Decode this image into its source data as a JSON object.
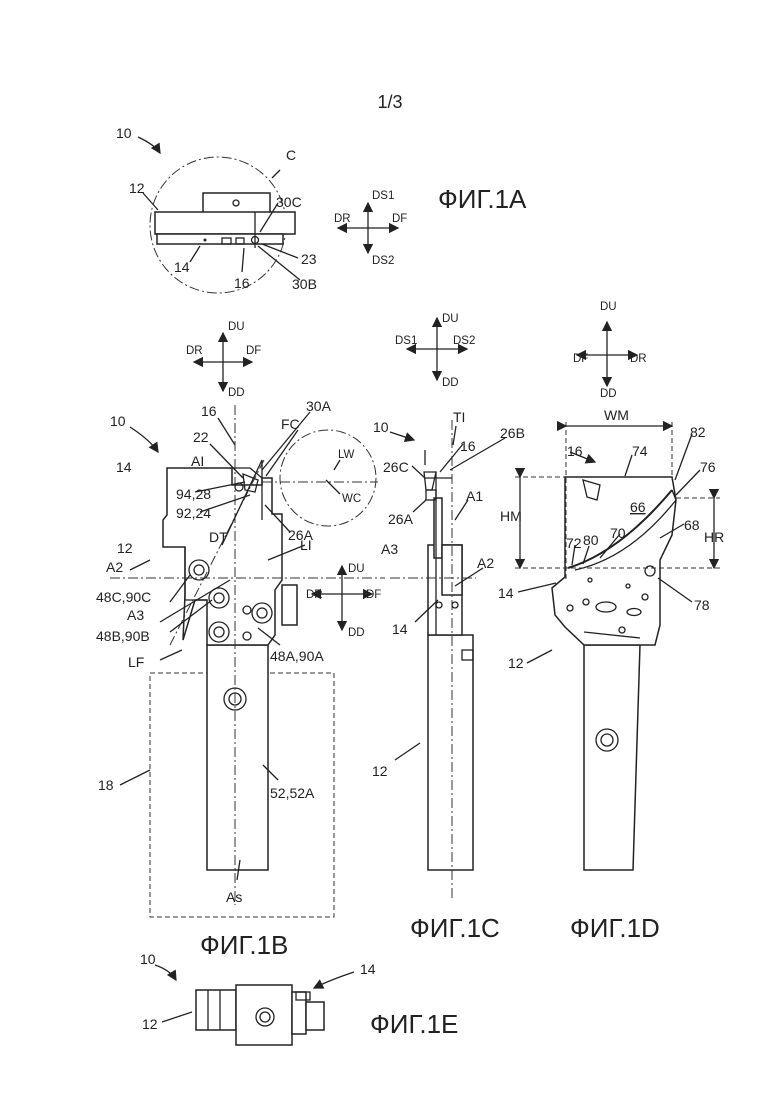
{
  "page_number": "1/3",
  "figures": {
    "a": "ФИГ.1A",
    "b": "ФИГ.1B",
    "c": "ФИГ.1C",
    "d": "ФИГ.1D",
    "e": "ФИГ.1E"
  },
  "fig_a": {
    "labels": [
      "10",
      "12",
      "C",
      "14",
      "16",
      "30C",
      "23",
      "30B"
    ],
    "arrows": {
      "up": "DS1",
      "down": "DS2",
      "left": "DR",
      "right": "DF"
    }
  },
  "fig_b": {
    "labels": [
      "10",
      "16",
      "30A",
      "22",
      "AI",
      "FC",
      "LW",
      "WC",
      "14",
      "94,28",
      "92,24",
      "26A",
      "DT",
      "12",
      "A2",
      "LI",
      "48C,90C",
      "A3",
      "48B,90B",
      "LF",
      "48A,90A",
      "18",
      "52,52A",
      "As"
    ],
    "arrows_top": {
      "up": "DU",
      "down": "DD",
      "left": "DR",
      "right": "DF"
    },
    "arrows_side": {
      "up": "DU",
      "down": "DD",
      "left": "DR",
      "right": "DF"
    }
  },
  "fig_c": {
    "labels": [
      "10",
      "TI",
      "16",
      "26B",
      "26C",
      "A1",
      "26A",
      "A3",
      "A2",
      "14",
      "12"
    ],
    "arrows": {
      "up": "DU",
      "down": "DD",
      "left": "DS1",
      "right": "DS2"
    }
  },
  "fig_d": {
    "labels": [
      "WM",
      "82",
      "16",
      "74",
      "76",
      "66",
      "HM",
      "68",
      "70",
      "HR",
      "72",
      "80",
      "14",
      "78",
      "12"
    ],
    "arrows": {
      "up": "DU",
      "down": "DD",
      "left": "DF",
      "right": "DR"
    }
  },
  "fig_e": {
    "labels": [
      "10",
      "14",
      "12"
    ]
  }
}
